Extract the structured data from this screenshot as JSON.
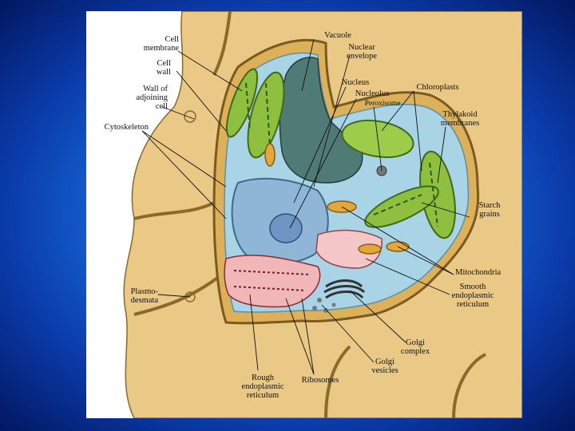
{
  "colors": {
    "background_blue": "#1a6fe0",
    "cell_wall": "#e7c57a",
    "cytoplasm": "#a9d4e6",
    "vacuole": "#4f7a76",
    "chloroplast": "#8fbf3f",
    "rough_er": "#f1b6b8",
    "smooth_er": "#f5c6c8",
    "mitochondria": "#e2a83c"
  },
  "labels": {
    "cell_membrane": "Cell\nmembrane",
    "cell_wall": "Cell\nwall",
    "wall_adjoining": "Wall of\nadjoining\ncell",
    "cytoskeleton": "Cytoskeleton",
    "vacuole": "Vacuole",
    "nuclear_envelope": "Nuclear\nenvelope",
    "nucleus": "Nucleus",
    "nucleolus": "Nucleolus",
    "peroxisome": "Peroxisome",
    "chloroplasts": "Chloroplasts",
    "thylakoid": "Thylakoid\nmembranes",
    "starch": "Starch\ngrains",
    "mitochondria": "Mitochondria",
    "smooth_er": "Smooth\nendoplasmic\nreticulum",
    "golgi_complex": "Golgi\ncomplex",
    "golgi_vesicles": "Golgi\nvesicles",
    "ribosomes": "Ribosomes",
    "rough_er": "Rough\nendoplasmic\nreticulum",
    "plasmodesmata": "Plasmo-\ndesmata"
  }
}
